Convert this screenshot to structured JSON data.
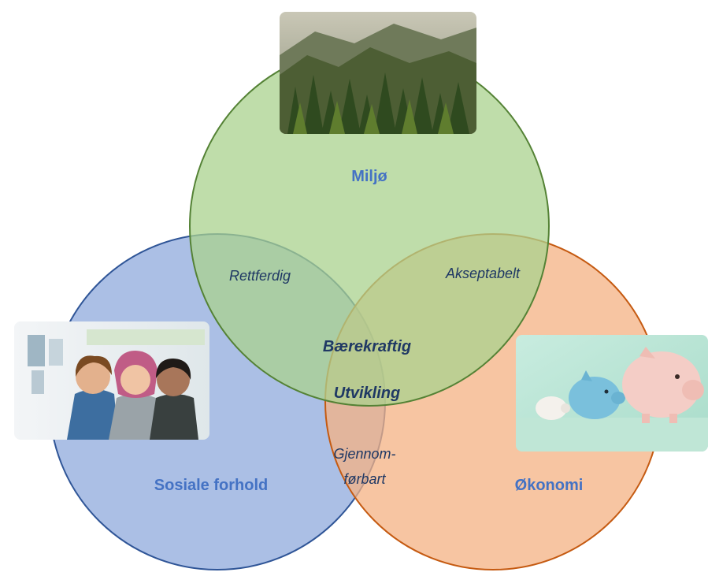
{
  "diagram": {
    "circles": {
      "environment": {
        "label": "Miljø",
        "fill": "#a9d18e",
        "stroke": "#548235",
        "text_color": "#4472c4"
      },
      "social": {
        "label": "Sosiale forhold",
        "fill": "#8faadc",
        "stroke": "#2f5597",
        "text_color": "#4472c4"
      },
      "economy": {
        "label": "Økonomi",
        "fill": "#f4b183",
        "stroke": "#c55a11",
        "text_color": "#4472c4"
      }
    },
    "overlaps": {
      "environment_social": "Rettferdig",
      "environment_economy": "Akseptabelt",
      "social_economy_line1": "Gjennom-",
      "social_economy_line2": "førbart"
    },
    "center": {
      "line1": "Bærekraftig",
      "line2": "Utvikling"
    },
    "images": {
      "environment": "forest-photo",
      "social": "children-photo",
      "economy": "piggy-banks-photo"
    }
  }
}
